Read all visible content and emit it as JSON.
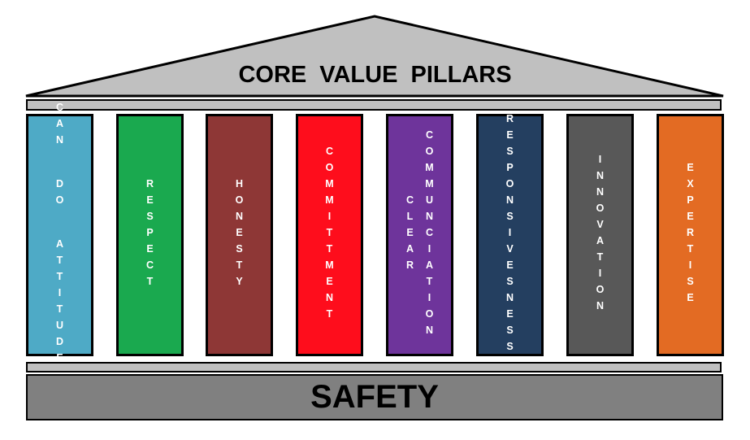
{
  "title": "CORE VALUE PILLARS",
  "base_label": "SAFETY",
  "pillars": [
    {
      "columns": [
        "CAN DO ATTITUDE"
      ],
      "color": "#4eaac6"
    },
    {
      "columns": [
        "RESPECT"
      ],
      "color": "#1aa94f"
    },
    {
      "columns": [
        "HONESTY"
      ],
      "color": "#8e3736"
    },
    {
      "columns": [
        "COMMITTMENT"
      ],
      "color": "#fe0d1c"
    },
    {
      "columns": [
        "CLEAR",
        "COMMUNCIATION"
      ],
      "color": "#6e349b"
    },
    {
      "columns": [
        "RESPONSIVESNESS"
      ],
      "color": "#243f60"
    },
    {
      "columns": [
        "INNOVATION"
      ],
      "color": "#585858"
    },
    {
      "columns": [
        "EXPERTISE"
      ],
      "color": "#e36b23"
    }
  ]
}
